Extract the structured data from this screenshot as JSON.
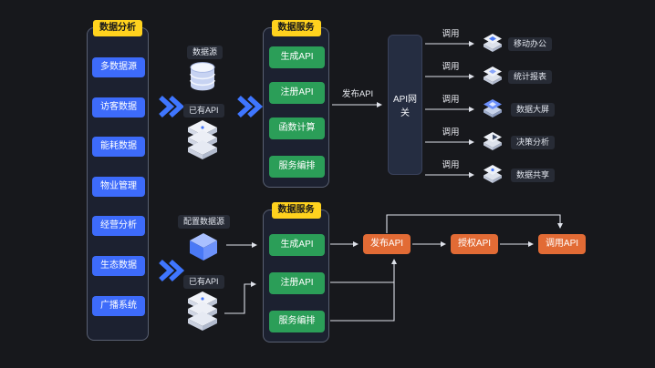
{
  "colors": {
    "background": "#17181c",
    "accent_yellow": "#ffd21e",
    "accent_blue": "#3d6bfa",
    "accent_green": "#2b9e58",
    "accent_orange": "#e26b35",
    "chevron_blue": "#3f76ff",
    "line": "#dfe2ea"
  },
  "analysis_panel": {
    "title": "数据分析",
    "items": [
      "多数据源",
      "访客数据",
      "能耗数据",
      "物业管理",
      "经营分析",
      "生态数据",
      "广播系统"
    ]
  },
  "top_flow": {
    "source_chip": "数据源",
    "existing_api_chip": "已有API",
    "service_panel": {
      "title": "数据服务",
      "items": [
        "生成API",
        "注册API",
        "函数计算",
        "服务编排"
      ]
    },
    "publish_label": "发布API",
    "gateway": "API网关",
    "call_label": "调用",
    "targets": [
      "移动办公",
      "统计报表",
      "数据大屏",
      "决策分析",
      "数据共享"
    ]
  },
  "bottom_flow": {
    "config_chip": "配置数据源",
    "existing_api_chip": "已有API",
    "service_panel": {
      "title": "数据服务",
      "items": [
        "生成API",
        "注册API",
        "服务编排"
      ]
    },
    "steps": [
      "发布API",
      "授权API",
      "调用API"
    ]
  }
}
